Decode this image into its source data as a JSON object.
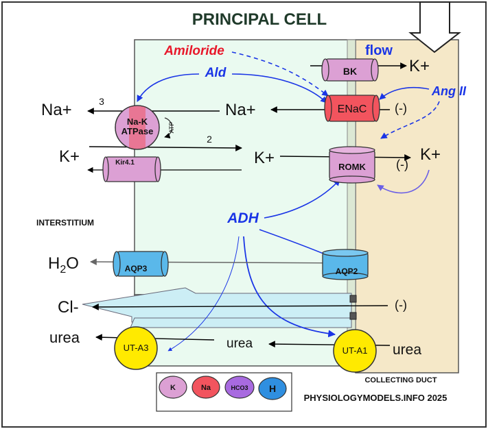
{
  "title": "PRINCIPAL CELL",
  "labels": {
    "interstitium": "INTERSTITIUM",
    "collecting_duct": "COLLECTING DUCT",
    "footer": "PHYSIOLOGYMODELS.INFO 2025"
  },
  "regulators": {
    "amiloride": "Amiloride",
    "ald": "Ald",
    "flow": "flow",
    "ang2": "Ang II",
    "adh": "ADH"
  },
  "channels": {
    "bk": "BK",
    "enac": "ENaC",
    "romk": "ROMK",
    "kir": "Kir4.1",
    "aqp3": "AQP3",
    "aqp2": "AQP2",
    "nak_line1": "Na-K",
    "nak_line2": "ATPase",
    "atp": "ATP",
    "uta3": "UT-A3",
    "uta1": "UT-A1"
  },
  "ions": {
    "k_lumen_top": "K+",
    "na_left": "Na+",
    "na_cell": "Na+",
    "k_left": "K+",
    "k_cell": "K+",
    "k_lumen_right": "K+",
    "h2o_main": "H",
    "h2o_sub": "2",
    "h2o_end": "O",
    "cl": "Cl-",
    "urea_left": "urea",
    "urea_cell": "urea",
    "urea_lumen": "urea"
  },
  "stoich": {
    "na": "3",
    "k": "2"
  },
  "charges": {
    "enac": "(-)",
    "romk": "(-)",
    "cl": "(-)"
  },
  "legend": {
    "k": "K",
    "na": "Na",
    "hco3": "HCO3",
    "h": "H"
  },
  "colors": {
    "title": "#1f3a2a",
    "cell_fill": "#eafaf0",
    "lumen_fill": "#f5e8c8",
    "regulator_blue": "#1a35e6",
    "amiloride_red": "#e8172a",
    "potassium_pink": "#dc8ec0",
    "sodium_red": "#f2545e",
    "water_blue": "#5ab8ea",
    "urea_yellow": "#ffea00",
    "hco3_purple": "#a86ae0",
    "h_blue": "#2f8fe0"
  }
}
